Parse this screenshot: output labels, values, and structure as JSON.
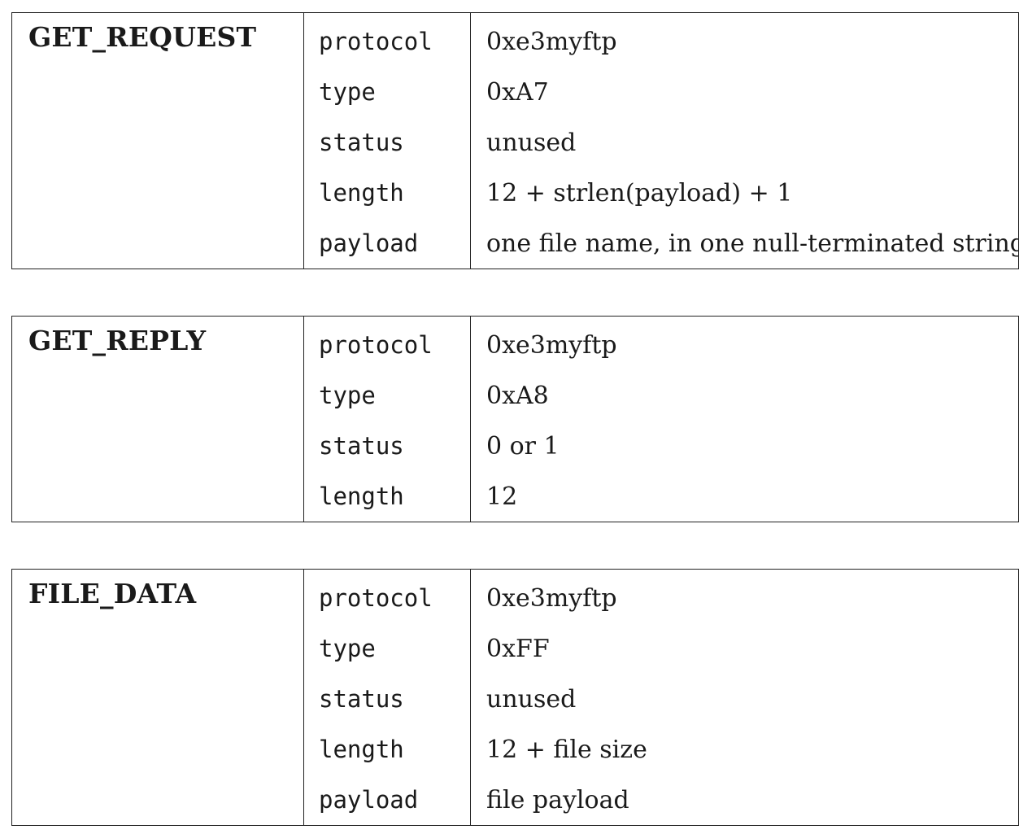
{
  "tables": [
    {
      "name": "GET_REQUEST",
      "rows": [
        {
          "field": "protocol",
          "value": "0xe3myftp"
        },
        {
          "field": "type",
          "value": "0xA7"
        },
        {
          "field": "status",
          "value": "unused"
        },
        {
          "field": "length",
          "value": "12 + strlen(payload) + 1"
        },
        {
          "field": "payload",
          "value": "one file name, in one null-terminated string"
        }
      ]
    },
    {
      "name": "GET_REPLY",
      "rows": [
        {
          "field": "protocol",
          "value": "0xe3myftp"
        },
        {
          "field": "type",
          "value": "0xA8"
        },
        {
          "field": "status",
          "value": "0 or 1"
        },
        {
          "field": "length",
          "value": "12"
        }
      ]
    },
    {
      "name": "FILE_DATA",
      "rows": [
        {
          "field": "protocol",
          "value": "0xe3myftp"
        },
        {
          "field": "type",
          "value": "0xFF"
        },
        {
          "field": "status",
          "value": "unused"
        },
        {
          "field": "length",
          "value": "12 + file size"
        },
        {
          "field": "payload",
          "value": "file payload"
        }
      ]
    }
  ]
}
